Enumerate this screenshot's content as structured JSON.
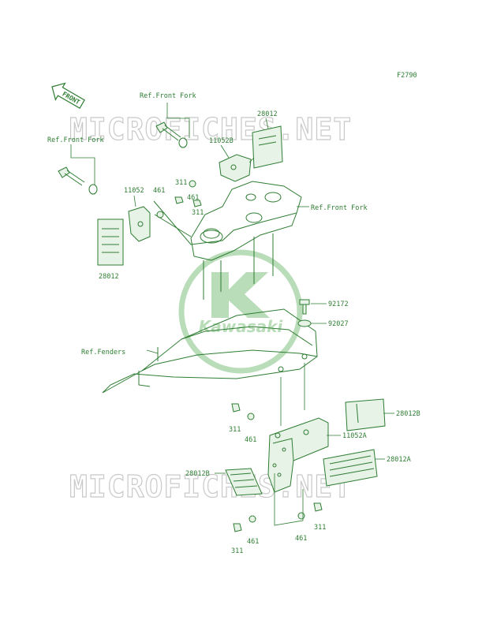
{
  "figure_code": "F2790",
  "front_arrow": "FRONT",
  "logo_text": "Kawasaki",
  "watermark": "MICROFICHES.NET",
  "labels": {
    "ref_front_fork_top": "Ref.Front Fork",
    "ref_front_fork_left": "Ref.Front Fork",
    "ref_front_fork_right": "Ref.Front Fork",
    "ref_fenders": "Ref.Fenders",
    "p28012_top": "28012",
    "p11052B": "11052B",
    "p11052": "11052",
    "p461_a": "461",
    "p311_a": "311",
    "p461_b": "461",
    "p311_b": "311",
    "p28012_left": "28012",
    "p92172": "92172",
    "p92027": "92027",
    "p28012B_right": "28012B",
    "p311_c": "311",
    "p461_c": "461",
    "p11052A": "11052A",
    "p28012A": "28012A",
    "p28012B_left": "28012B",
    "p311_d": "311",
    "p461_d": "461",
    "p461_e": "461",
    "p311_e": "311"
  },
  "colors": {
    "line": "#2e7d32",
    "watermark": "#c9c9c9",
    "logo": "#b9dcb9"
  }
}
